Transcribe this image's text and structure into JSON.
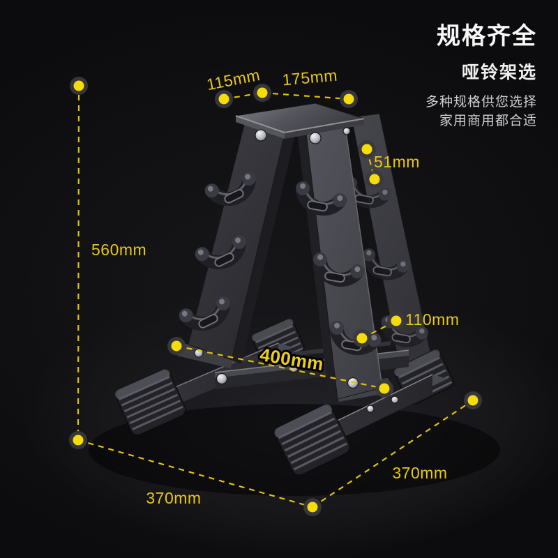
{
  "header": {
    "title": "规格齐全",
    "subtitle": "哑铃架选",
    "description_line1": "多种规格供您选择",
    "description_line2": "家用商用都合适"
  },
  "measurements": {
    "top_width_small": "115mm",
    "top_width_large": "175mm",
    "hook_spacing": "51mm",
    "height": "560mm",
    "hook_length": "110mm",
    "base_inner_length": "400mm",
    "base_side_left": "370mm",
    "base_side_right": "370mm"
  },
  "scene": {
    "subject": "A-frame 3-tier dumbbell rack, dark gray steel with rubber feet"
  },
  "colors": {
    "background": "#0d0d0f",
    "dot_yellow": "#f6dd0a",
    "dash_yellow": "#e0c407",
    "dimension_text": "#e7c913",
    "heading_text": "#f7f7f7",
    "subtext": "#cfcfcf"
  }
}
